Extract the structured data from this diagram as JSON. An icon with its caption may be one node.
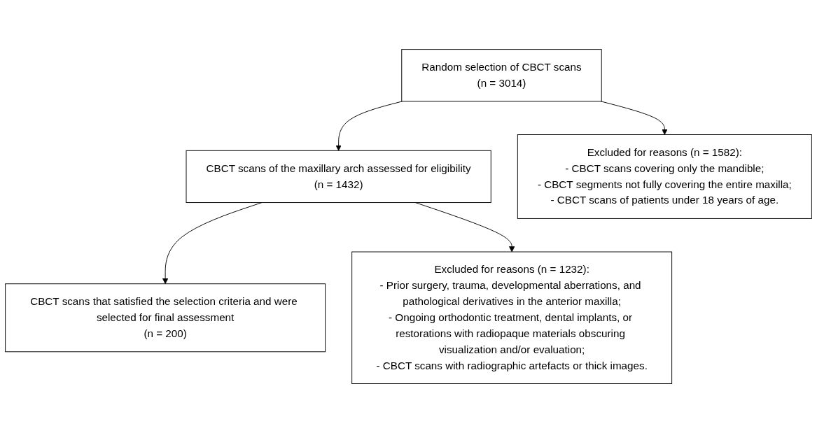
{
  "diagram": {
    "nodes": [
      {
        "text": [
          "Random selection of CBCT scans",
          "(n = 3014)"
        ]
      },
      {
        "text": [
          "CBCT scans of the maxillary arch assessed for eligibility",
          "(n = 1432)"
        ]
      },
      {
        "text": [
          "CBCT scans that satisfied the selection criteria and were selected for final assessment",
          "(n = 200)"
        ]
      },
      {
        "text": [
          "Excluded for reasons (n = 1582):",
          "- CBCT scans covering only the mandible;",
          "- CBCT segments not fully covering the entire maxilla;",
          "- CBCT scans of patients under 18 years of age."
        ]
      },
      {
        "text": [
          "Excluded for reasons (n = 1232):",
          "- Prior surgery, trauma, developmental aberrations, and pathological derivatives in the anterior maxilla;",
          "- Ongoing orthodontic treatment, dental implants, or restorations with radiopaque materials obscuring visualization and/or evaluation;",
          "- CBCT scans with radiographic artefacts or thick images."
        ]
      }
    ],
    "edges": [
      {
        "from": 0,
        "to": 1,
        "arrow": "to"
      },
      {
        "from": 0,
        "to": 3,
        "arrow": "to"
      },
      {
        "from": 1,
        "to": 2,
        "arrow": "to"
      },
      {
        "from": 1,
        "to": 4,
        "arrow": "to"
      }
    ]
  }
}
